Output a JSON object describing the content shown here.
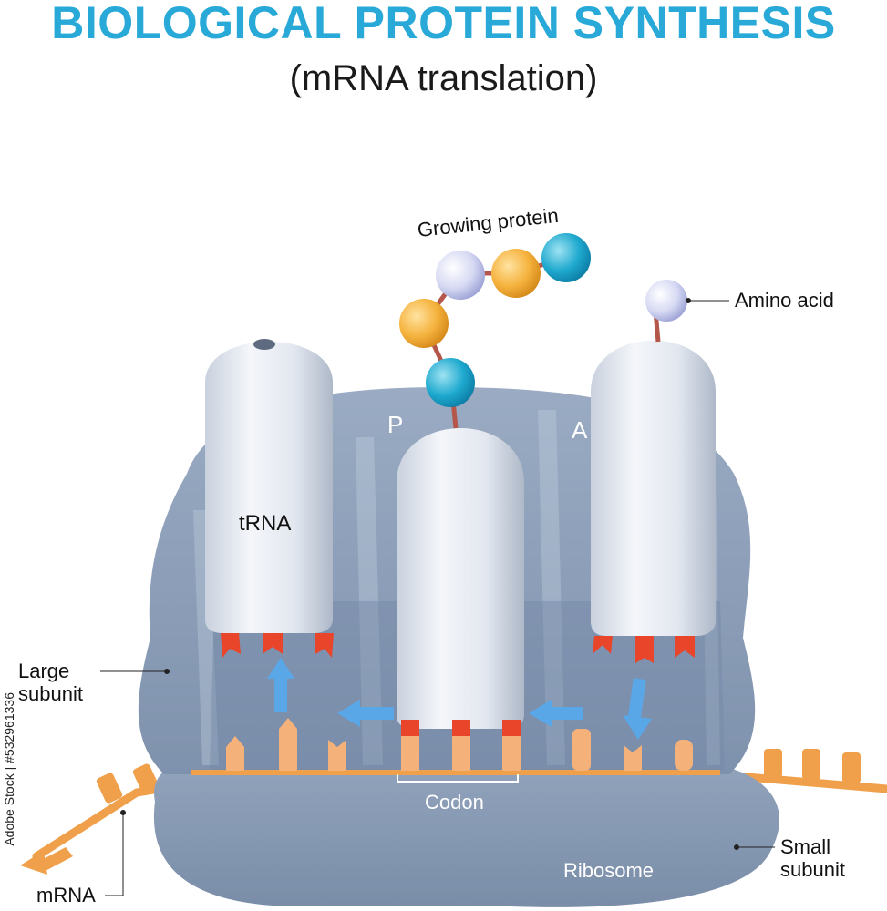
{
  "title": "BIOLOGICAL PROTEIN SYNTHESIS",
  "subtitle": "(mRNA translation)",
  "labels": {
    "growing_protein": "Growing protein",
    "amino_acid": "Amino acid",
    "p_site": "P",
    "a_site": "A",
    "trna": "tRNA",
    "large_subunit_line1": "Large",
    "large_subunit_line2": "subunit",
    "codon": "Codon",
    "ribosome": "Ribosome",
    "small_subunit_line1": "Small",
    "small_subunit_line2": "subunit",
    "mrna": "mRNA"
  },
  "watermark": "Adobe Stock | #532961336",
  "colors": {
    "title": "#29a9d8",
    "ribosome": "#8a9cb4",
    "trna": "#e4e9f2",
    "mrna": "#f0a04b",
    "anticodon": "#e8452a",
    "arrow": "#5aa7e8",
    "amino_yellow": "#f5b23d",
    "amino_cyan": "#1fa9cf",
    "amino_lavender": "#c9cdef"
  }
}
